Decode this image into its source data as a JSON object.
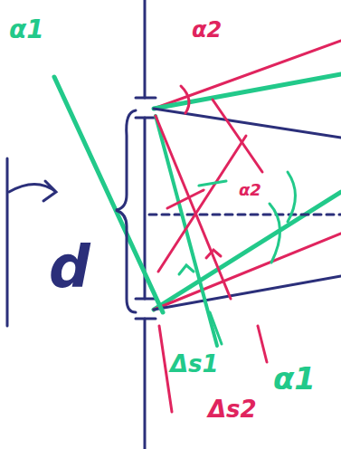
{
  "diagram": {
    "labels": [
      "α1",
      "α2",
      "α2",
      "d",
      "Δs1",
      "Δs2",
      "α1"
    ]
  }
}
